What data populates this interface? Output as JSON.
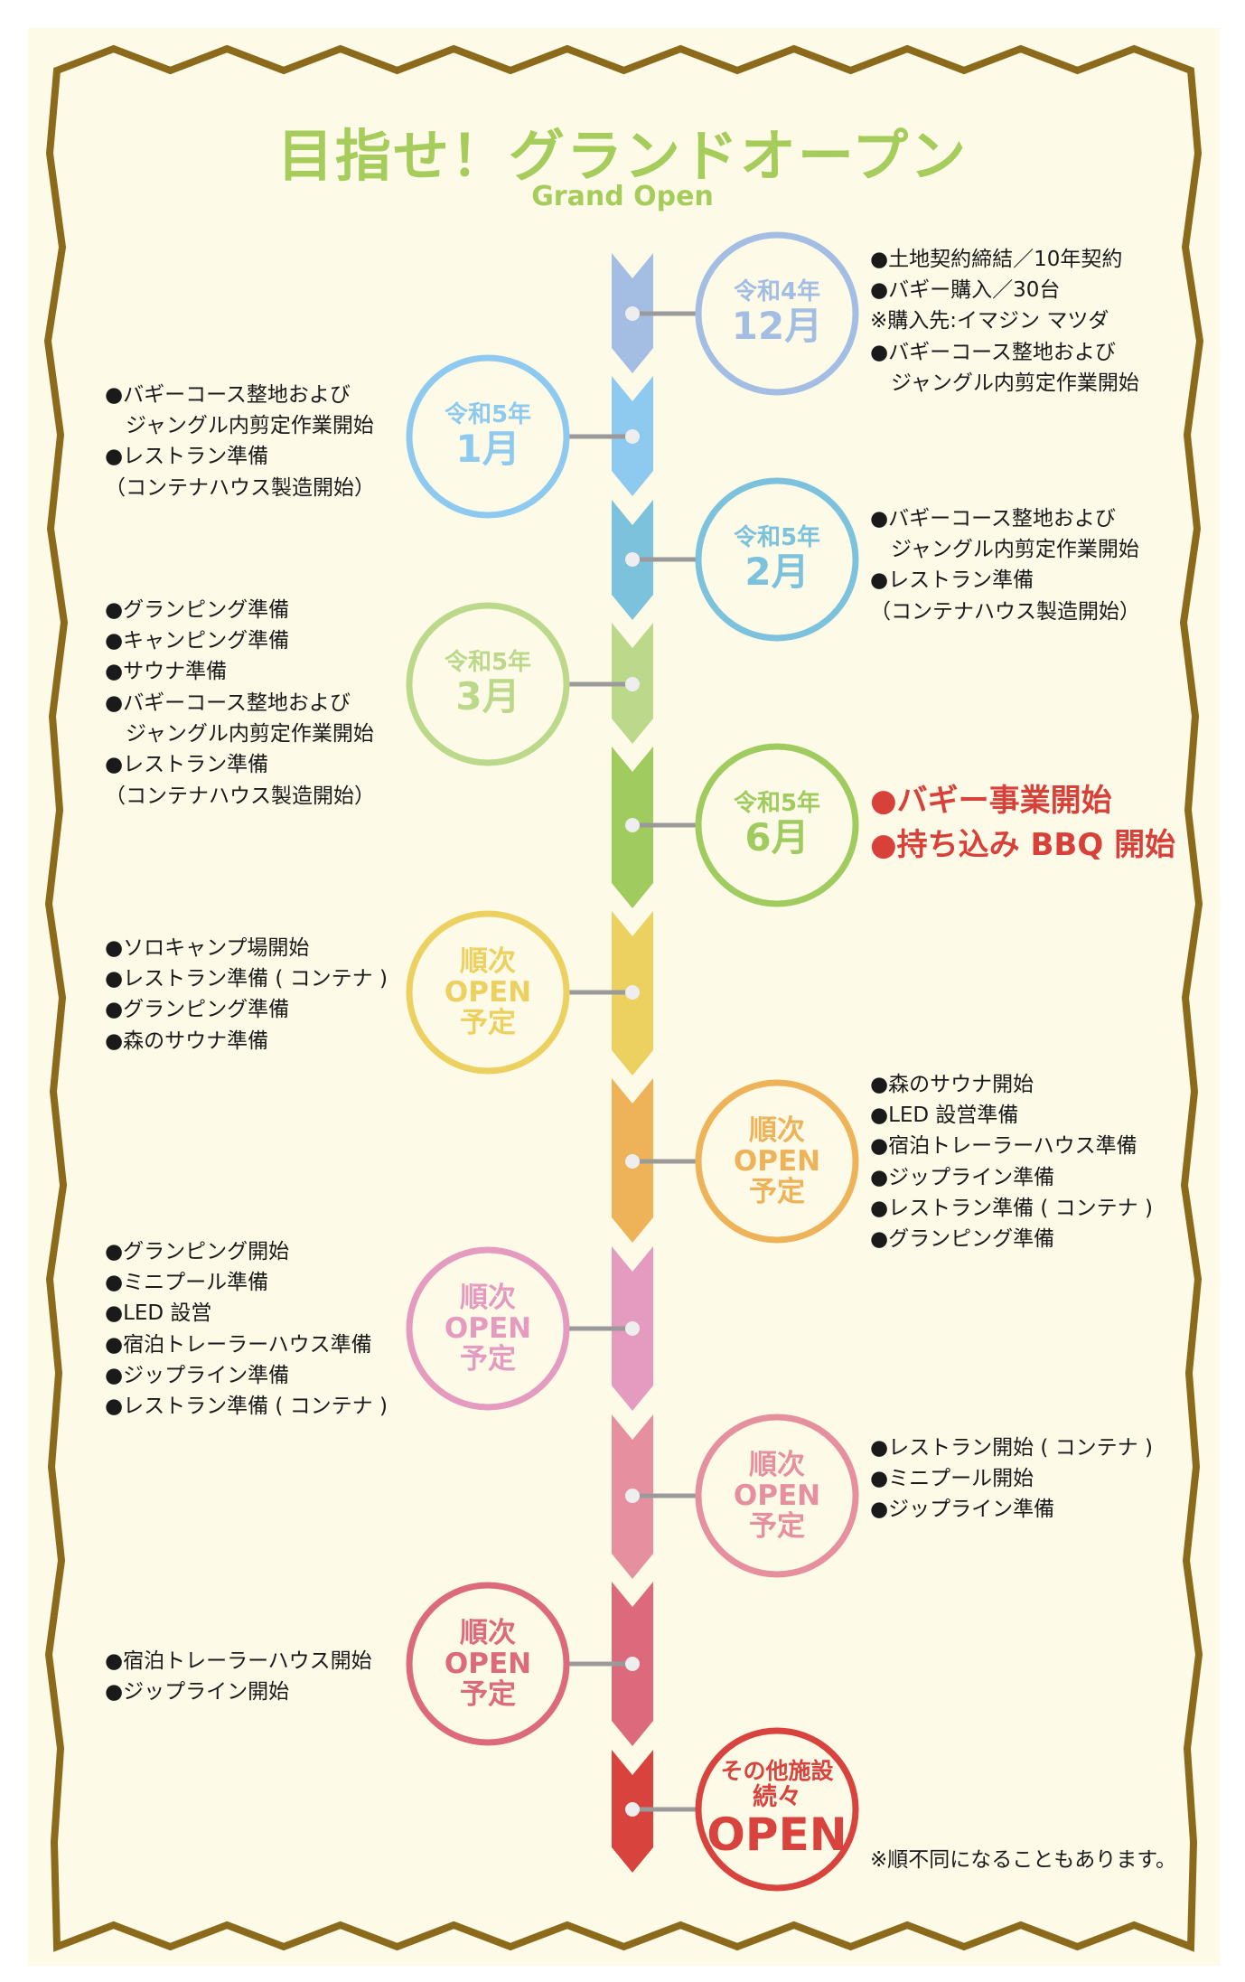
{
  "title": {
    "main": "目指せ！グランドオープン",
    "sub": "Grand Open"
  },
  "colors": {
    "panel": "#fdfbe8",
    "border": "#8b6a1c",
    "title": "#a6cc5c",
    "connector": "#9a9a9a",
    "highlight": "#d8403a"
  },
  "milestones": [
    {
      "side": "right",
      "color": "#a3bde3",
      "circle": [
        "令和4年",
        "12月"
      ],
      "items": [
        "●土地契約締結／10年契約",
        "●バギー購入／30台",
        "※購入先:イマジン マツダ",
        "●バギーコース整地および",
        "　ジャングル内剪定作業開始"
      ]
    },
    {
      "side": "left",
      "color": "#8ec9ef",
      "circle": [
        "令和5年",
        "1月"
      ],
      "items": [
        "●バギーコース整地および",
        "　ジャングル内剪定作業開始",
        "●レストラン準備",
        "（コンテナハウス製造開始）"
      ]
    },
    {
      "side": "right",
      "color": "#7cc2dd",
      "circle": [
        "令和5年",
        "2月"
      ],
      "items": [
        "●バギーコース整地および",
        "　ジャングル内剪定作業開始",
        "●レストラン準備",
        "（コンテナハウス製造開始）"
      ]
    },
    {
      "side": "left",
      "color": "#bcd98b",
      "circle": [
        "令和5年",
        "3月"
      ],
      "items": [
        "●グランピング準備",
        "●キャンピング準備",
        "●サウナ準備",
        "●バギーコース整地および",
        "　ジャングル内剪定作業開始",
        "●レストラン準備",
        "（コンテナハウス製造開始）"
      ]
    },
    {
      "side": "right",
      "color": "#9fcb5f",
      "circle": [
        "令和5年",
        "6月"
      ],
      "highlight": true,
      "items": [
        "●バギー事業開始",
        "●持ち込み BBQ 開始"
      ]
    },
    {
      "side": "left",
      "color": "#ecd060",
      "circle": [
        "順次",
        "OPEN",
        "予定"
      ],
      "items": [
        "●ソロキャンプ場開始",
        "●レストラン準備 ( コンテナ )",
        "●グランピング準備",
        "●森のサウナ準備"
      ]
    },
    {
      "side": "right",
      "color": "#eeb259",
      "circle": [
        "順次",
        "OPEN",
        "予定"
      ],
      "items": [
        "●森のサウナ開始",
        "●LED 設営準備",
        "●宿泊トレーラーハウス準備",
        "●ジップライン準備",
        "●レストラン準備 ( コンテナ )",
        "●グランピング準備"
      ]
    },
    {
      "side": "left",
      "color": "#e59ac0",
      "circle": [
        "順次",
        "OPEN",
        "予定"
      ],
      "items": [
        "●グランピング開始",
        "●ミニプール準備",
        "●LED 設営",
        "●宿泊トレーラーハウス準備",
        "●ジップライン準備",
        "●レストラン準備 ( コンテナ )"
      ]
    },
    {
      "side": "right",
      "color": "#e6909f",
      "circle": [
        "順次",
        "OPEN",
        "予定"
      ],
      "items": [
        "●レストラン開始 ( コンテナ )",
        "●ミニプール開始",
        "●ジップライン準備"
      ]
    },
    {
      "side": "left",
      "color": "#dc6a7c",
      "circle": [
        "順次",
        "OPEN",
        "予定"
      ],
      "items": [
        "●宿泊トレーラーハウス開始",
        "●ジップライン開始"
      ]
    },
    {
      "side": "right",
      "color": "#d8433e",
      "circle": [
        "その他施設",
        "続々",
        "OPEN"
      ],
      "final": true,
      "items": [
        "※順不同になることもあります。"
      ]
    }
  ]
}
